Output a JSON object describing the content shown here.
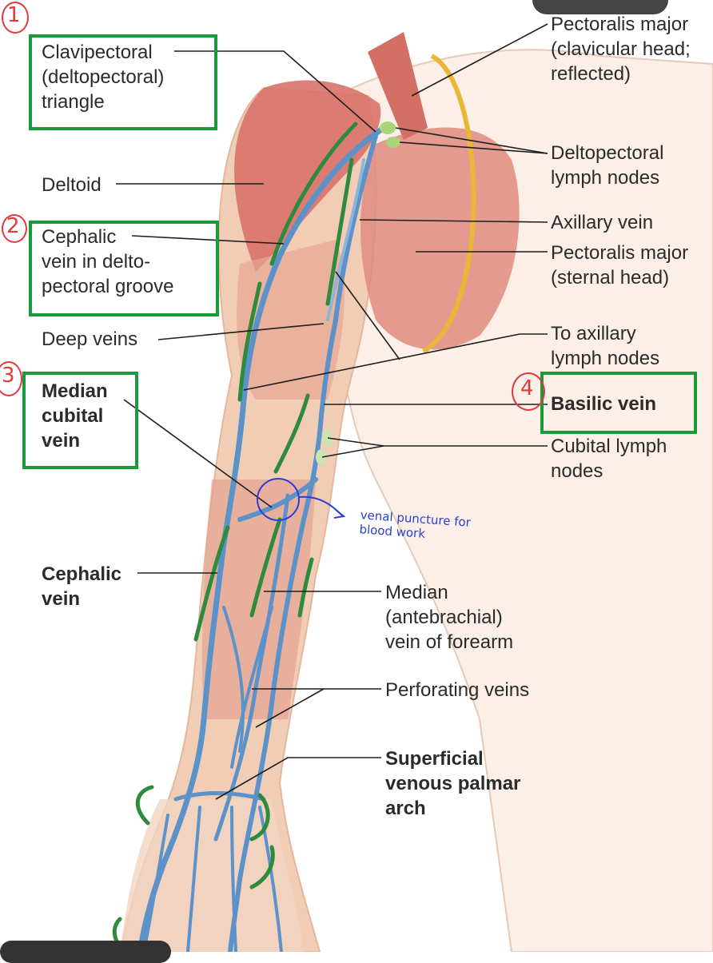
{
  "labels": {
    "clavipectoral": "Clavipectoral\n(deltopectoral)\ntriangle",
    "deltoid": "Deltoid",
    "cephalic_groove": "Cephalic\nvein in delto-\npectoral groove",
    "deep_veins": "Deep veins",
    "median_cubital": "Median\ncubital\nvein",
    "cephalic_vein": "Cephalic\nvein",
    "pectoralis_clavicular": "Pectoralis major\n(clavicular head;\nreflected)",
    "deltopectoral_nodes": "Deltopectoral\nlymph nodes",
    "axillary_vein": "Axillary vein",
    "pectoralis_sternal": "Pectoralis major\n(sternal head)",
    "to_axillary_nodes": "To axillary\nlymph nodes",
    "basilic_vein": "Basilic vein",
    "cubital_nodes": "Cubital lymph\nnodes",
    "median_antebrachial": "Median\n(antebrachial)\nvein of forearm",
    "perforating_veins": "Perforating veins",
    "palmar_arch": "Superficial\nvenous palmar\narch"
  },
  "annotations": {
    "venal_puncture": "venal puncture for\nblood work",
    "numbers": [
      "1",
      "2",
      "3",
      "4"
    ]
  },
  "colors": {
    "vein": "#5b92c9",
    "muscle": "#d9726a",
    "skin": "#f0cbb5",
    "box": "#1a9a3a",
    "highlight": "#f3d77a",
    "ink_red": "#e03a3a",
    "ink_blue": "#2a3fd6",
    "arrow_green": "#2e8b3e"
  }
}
